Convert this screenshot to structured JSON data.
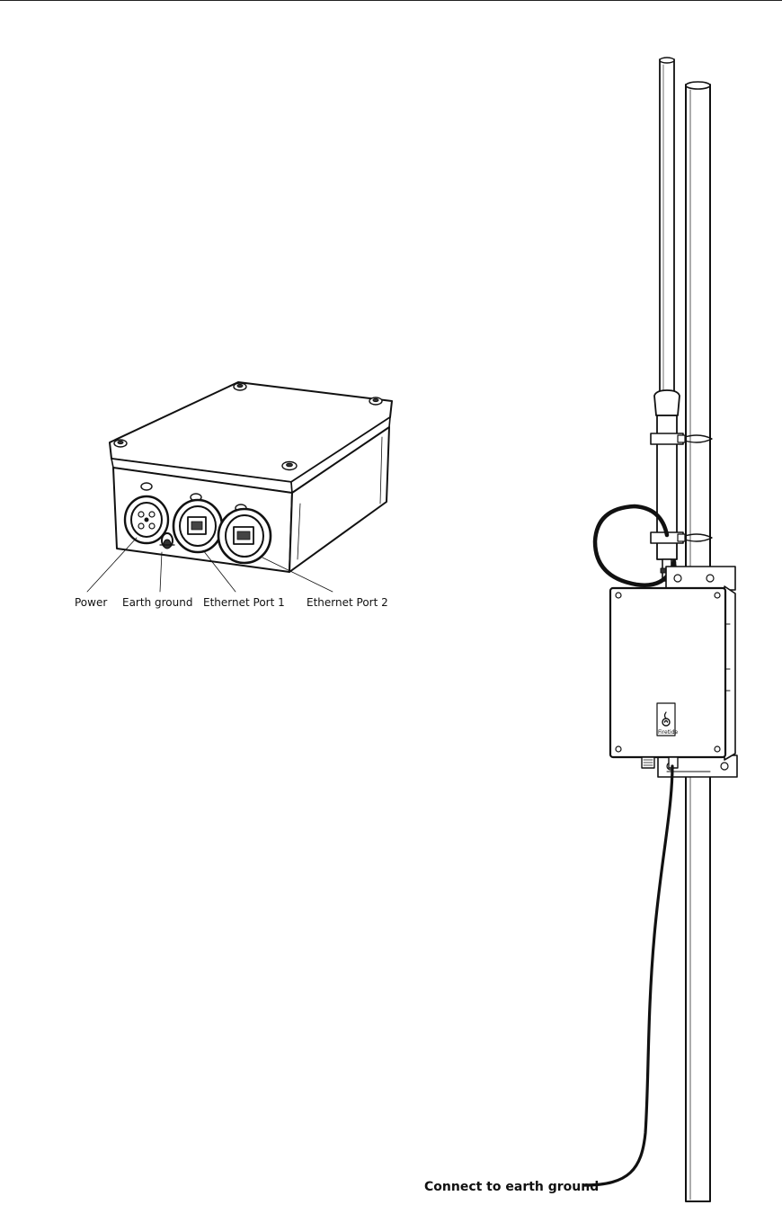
{
  "enclosure_labels": {
    "power": "Power",
    "earth_ground": "Earth ground",
    "ethernet_port_1": "Ethernet Port 1",
    "ethernet_port_2": "Ethernet Port 2"
  },
  "mount_labels": {
    "connect_to_earth_ground": "Connect to earth ground"
  },
  "logo": {
    "text": "Firetide"
  }
}
